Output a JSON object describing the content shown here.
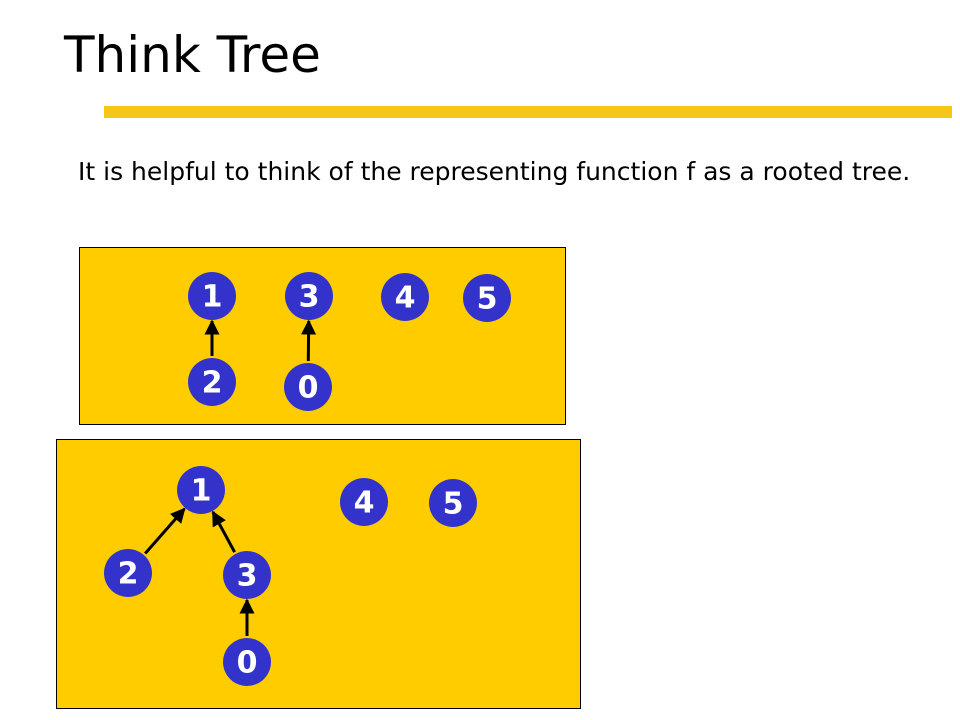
{
  "slide": {
    "title": "Think Tree",
    "body": "It is helpful to think of the representing function f as a rooted tree."
  },
  "colors": {
    "accent_bar": "#F5C518",
    "panel_fill": "#FFCC00",
    "node_fill": "#3333CC",
    "node_text": "#FFFFFF",
    "edge": "#000000"
  },
  "diagrams": [
    {
      "nodes": [
        {
          "id": "1",
          "label": "1"
        },
        {
          "id": "3",
          "label": "3"
        },
        {
          "id": "4",
          "label": "4"
        },
        {
          "id": "5",
          "label": "5"
        },
        {
          "id": "2",
          "label": "2"
        },
        {
          "id": "0",
          "label": "0"
        }
      ],
      "edges": [
        {
          "from": "2",
          "to": "1"
        },
        {
          "from": "0",
          "to": "3"
        }
      ]
    },
    {
      "nodes": [
        {
          "id": "1",
          "label": "1"
        },
        {
          "id": "4",
          "label": "4"
        },
        {
          "id": "5",
          "label": "5"
        },
        {
          "id": "2",
          "label": "2"
        },
        {
          "id": "3",
          "label": "3"
        },
        {
          "id": "0",
          "label": "0"
        }
      ],
      "edges": [
        {
          "from": "2",
          "to": "1"
        },
        {
          "from": "3",
          "to": "1"
        },
        {
          "from": "0",
          "to": "3"
        }
      ]
    }
  ]
}
